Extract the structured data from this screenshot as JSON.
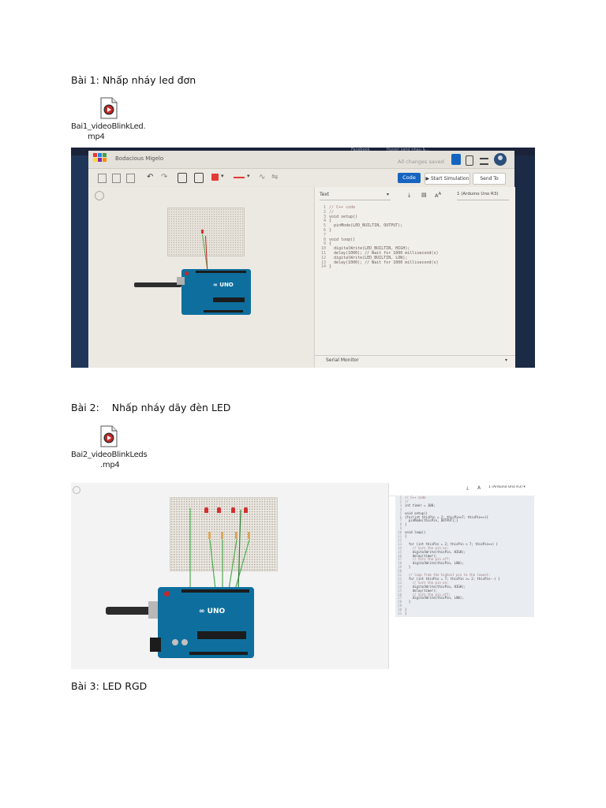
{
  "exercise1": {
    "heading": "Bài 1: Nhấp nháy led đơn",
    "attachment": {
      "name_line1": "Bai1_videoBlinkLed.",
      "name_line2": "mp4",
      "icon": "video-file-icon"
    },
    "screenshot": {
      "project_name": "Bodacious Migelo",
      "save_status": "All changes saved",
      "code_button": "Code",
      "start_sim_button": "Start Simulation",
      "send_button": "Send To",
      "editor_mode": "Text",
      "board_select": "1 (Arduino Uno R3)",
      "serial_monitor": "Serial Monitor",
      "line_numbers": [
        "1",
        "2",
        "3",
        "4",
        "5",
        "6",
        "7",
        "8",
        "9",
        "10",
        "11",
        "12",
        "13",
        "14"
      ],
      "code_lines": [
        "// C++ code",
        "//",
        "void setup()",
        "{",
        "  pinMode(LED_BUILTIN, OUTPUT);",
        "}",
        "",
        "void loop()",
        "{",
        "  digitalWrite(LED_BUILTIN, HIGH);",
        "  delay(1000); // Wait for 1000 millisecond(s)",
        "  digitalWrite(LED_BUILTIN, LOW);",
        "  delay(1000); // Wait for 1000 millisecond(s)",
        "}"
      ],
      "browser_tabs": [
        "Facebook",
        "Huyen sang nhau &..."
      ]
    }
  },
  "exercise2": {
    "heading": "Bài 2:    Nhấp nháy dãy đèn LED",
    "attachment": {
      "name_line1": "Bai2_videoBlinkLeds",
      "name_line2": ".mp4",
      "icon": "video-file-icon"
    },
    "screenshot": {
      "board_select": "1 (Arduino Uno R3)",
      "line_numbers": [
        "1",
        "2",
        "3",
        "4",
        "5",
        "6",
        "7",
        "8",
        "9",
        "10",
        "11",
        "12",
        "13",
        "14",
        "15",
        "16",
        "17",
        "18",
        "19",
        "20",
        "21",
        "22",
        "23",
        "24",
        "25",
        "26",
        "27",
        "28",
        "29",
        "30",
        "31"
      ],
      "code_lines": [
        "// C++ code",
        "//",
        "int timer = 100;",
        "",
        "void setup()",
        "{for(int thisPin = 2; thisPin<7; thisPin++){",
        "  pinMode(thisPin, OUTPUT);}",
        "}",
        "",
        "void loop()",
        "{",
        "",
        "  for (int thisPin = 2; thisPin < 7; thisPin++) {",
        "    // turn the pin on:",
        "    digitalWrite(thisPin, HIGH);",
        "    delay(timer);",
        "    // turn the pin off:",
        "    digitalWrite(thisPin, LOW);",
        "  }",
        "",
        "  // loop from the highest pin to the lowest:",
        "  for (int thisPin = 7; thisPin >= 2; thisPin--) {",
        "    // turn the pin on:",
        "    digitalWrite(thisPin, HIGH);",
        "    delay(timer);",
        "    // turn the pin off:",
        "    digitalWrite(thisPin, LOW);",
        "  }",
        "",
        "}",
        "}"
      ]
    }
  },
  "exercise3": {
    "heading": "Bài 3: LED RGD"
  },
  "colors": {
    "tinkercad_blue": "#1565c0",
    "arduino_teal": "#0e6f9e",
    "led_red": "#d32f2f",
    "wire_green": "#4caf50"
  }
}
